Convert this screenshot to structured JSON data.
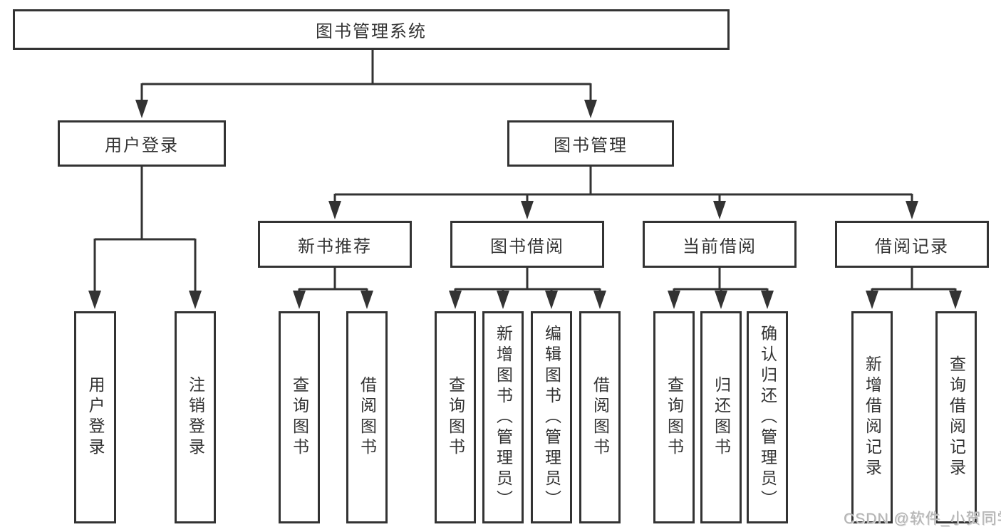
{
  "root_label": "图书管理系统",
  "level2": {
    "user_login": "用户登录",
    "book_mgmt": "图书管理"
  },
  "level3": {
    "new_books": "新书推荐",
    "borrowing": "图书借阅",
    "current": "当前借阅",
    "records": "借阅记录"
  },
  "leaves": {
    "user_login": [
      "用户登录",
      "注销登录"
    ],
    "new_books": [
      "查询图书",
      "借阅图书"
    ],
    "borrowing": [
      "查询图书",
      "新增图书（管理员）",
      "编辑图书（管理员）",
      "借阅图书"
    ],
    "current": [
      "查询图书",
      "归还图书",
      "确认归还（管理员）"
    ],
    "records": [
      "新增借阅记录",
      "查询借阅记录"
    ]
  },
  "watermark": "CSDN @软件_小贺同学",
  "colors": {
    "line": "#333333",
    "text": "#333333",
    "background": "#ffffff",
    "watermark": "#b3b3b3"
  }
}
